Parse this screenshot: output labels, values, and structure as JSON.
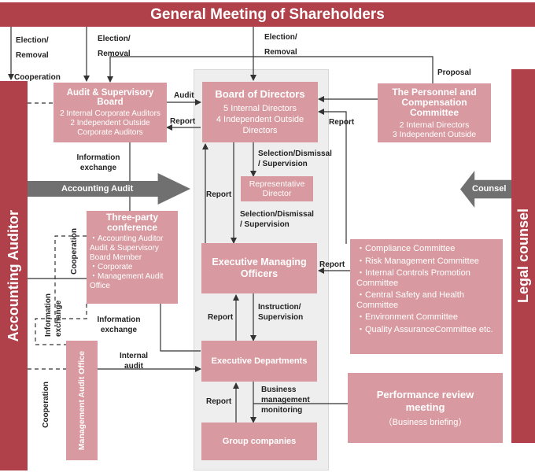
{
  "shareholders": "General Meeting of Shareholders",
  "accounting_auditor": "Accounting Auditor",
  "legal_counsel": "Legal counsel",
  "audit_board": {
    "title": "Audit & Supervisory Board",
    "line1": "2 Internal Corporate Auditors",
    "line2": "2 Independent Outside Corporate Auditors"
  },
  "board": {
    "title": "Board of Directors",
    "line1": "5 Internal Directors",
    "line2": "4 Independent Outside Directors"
  },
  "personnel": {
    "title": "The Personnel and Compensation Committee",
    "line1": "2 Internal Directors",
    "line2": "3 Independent Outside"
  },
  "rep_director": "Representative Director",
  "exec_officers": "Executive Managing Officers",
  "exec_departments": "Executive Departments",
  "group_companies": "Group companies",
  "three_party": {
    "title": "Three-party conference",
    "items": [
      "・Accounting Auditor",
      "Audit & Supervisory Board Member",
      "・Corporate",
      "・Management Audit Office"
    ]
  },
  "mgmt_audit_office": "Management Audit Office",
  "committees": [
    "・Compliance Committee",
    "・Risk Management Committee",
    "・Internal Controls Promotion Committee",
    "・Central Safety and Health Committee",
    "・Environment Committee",
    "・Quality AssuranceCommittee etc."
  ],
  "performance": {
    "title": "Performance review meeting",
    "sub": "（Business briefing）"
  },
  "accounting_audit": "Accounting Audit",
  "counsel": "Counsel",
  "labels": {
    "election_removal_1": "Election/ Removal",
    "election_removal_2": "Election/ Removal",
    "election_removal_3": "Election/ Removal",
    "cooperation_top": "Cooperation",
    "proposal": "Proposal",
    "audit": "Audit",
    "report_audit": "Report",
    "report_personnel": "Report",
    "selection_1": "Selection/Dismissal / Supervision",
    "selection_2": "Selection/Dismissal / Supervision",
    "report_board": "Report",
    "info_exchange_1": "Information exchange",
    "cooperation_side": "Cooperation",
    "info_exchange_2": "Information exchange",
    "info_exchange_3": "Information exchange",
    "report_committees": "Report",
    "report_exec": "Report",
    "instruction": "Instruction/ Supervision",
    "internal_audit": "Internal audit",
    "cooperation_bottom": "Cooperation",
    "report_group": "Report",
    "business_mgmt": "Business management monitoring"
  },
  "colors": {
    "dark_red": "#b0404a",
    "pink": "#d89aa0",
    "arrow_gray": "#707070",
    "panel_gray": "#eeeeee"
  }
}
